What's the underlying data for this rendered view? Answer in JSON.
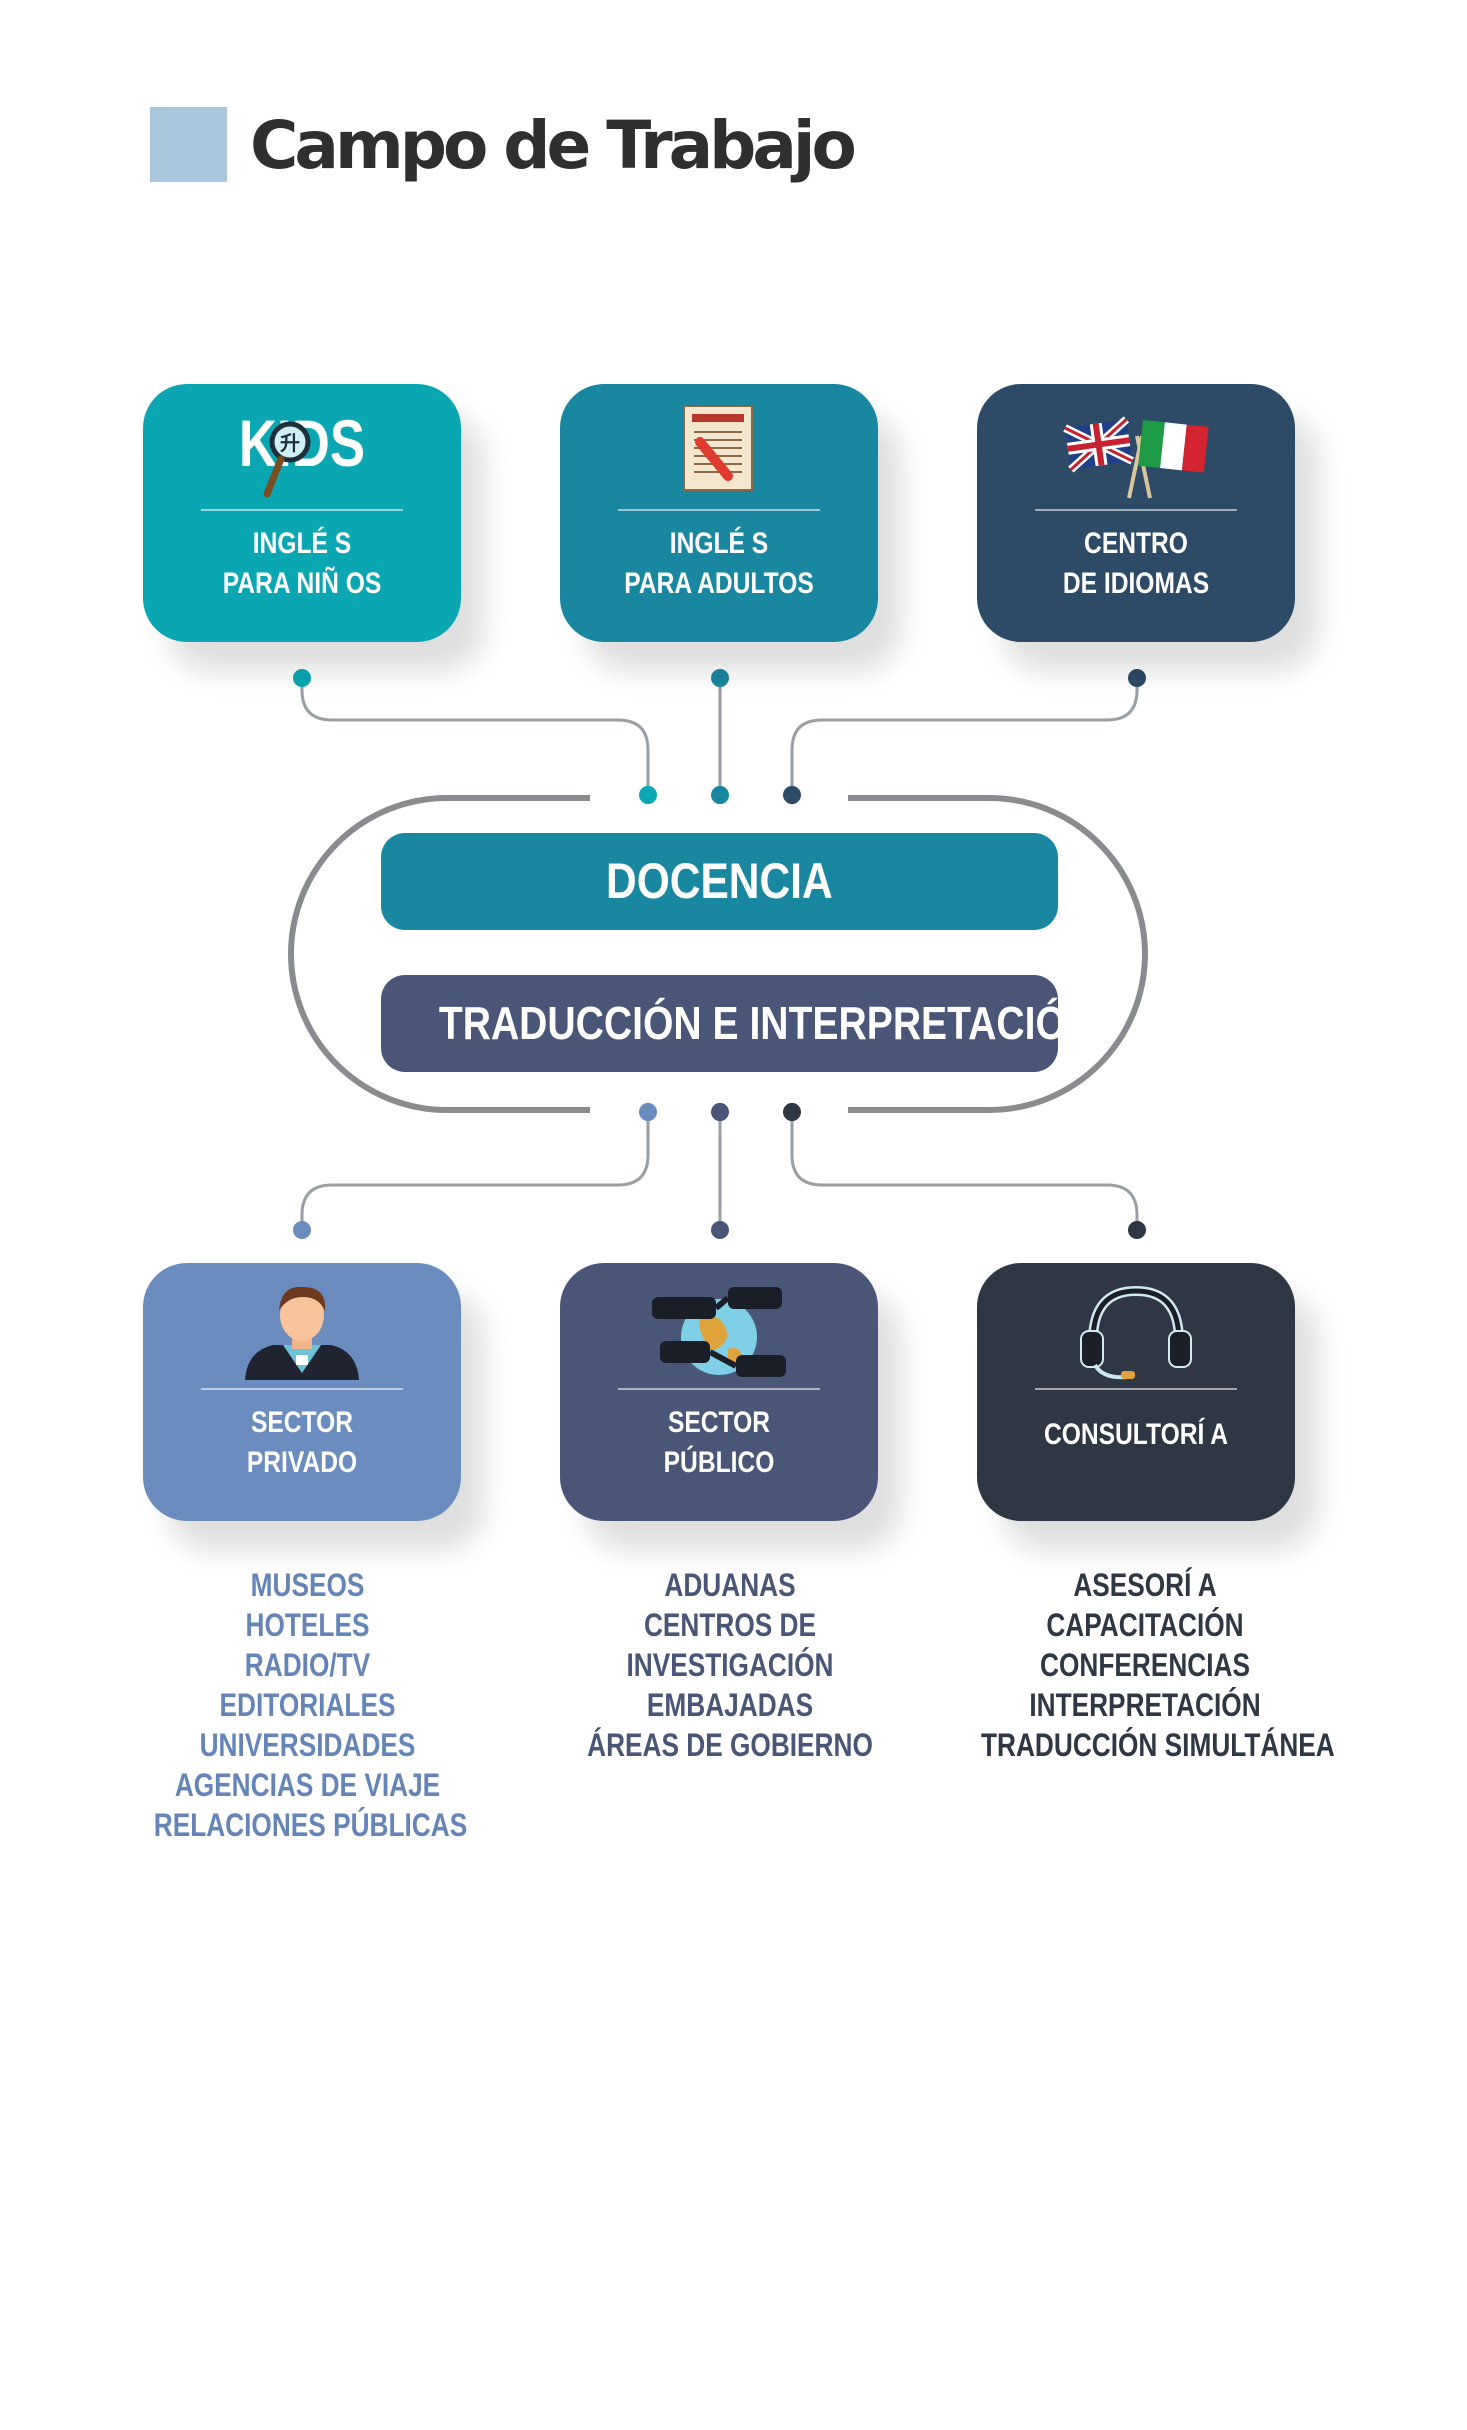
{
  "header": {
    "title": "Campo de Trabajo",
    "accent_color": "#a8c7dd"
  },
  "top_cards": [
    {
      "id": "kids",
      "label": "INGLÉ S\nPARA NIÑ OS",
      "icon_text": "KIDS",
      "icon": "magnifier-icon",
      "color": "#0aa7b3"
    },
    {
      "id": "adultos",
      "label": "INGLÉ S\nPARA ADULTOS",
      "icon": "document-pencil-icon",
      "color": "#19879f"
    },
    {
      "id": "idiomas",
      "label": "CENTRO\nDE IDIOMAS",
      "icon": "flags-icon",
      "color": "#2d4a66"
    }
  ],
  "center": {
    "docencia": "DOCENCIA",
    "traduccion": "TRADUCCIÓN E INTERPRETACIÓN",
    "docencia_color": "#19879f",
    "traduccion_color": "#4a5677"
  },
  "bottom_cards": [
    {
      "id": "privado",
      "label": "SECTOR\nPRIVADO",
      "icon": "person-icon",
      "color": "#6b8cbf"
    },
    {
      "id": "publico",
      "label": "SECTOR\nPÚBLICO",
      "icon": "globe-network-icon",
      "color": "#4a5677"
    },
    {
      "id": "consultoria",
      "label": "CONSULTORÍ A",
      "icon": "headset-icon",
      "color": "#2f3744"
    }
  ],
  "lists": {
    "privado": [
      "MUSEOS",
      "HOTELES",
      "RADIO/TV",
      "EDITORIALES",
      "UNIVERSIDADES",
      "AGENCIAS DE VIAJE",
      "RELACIONES PÚBLICAS"
    ],
    "publico": [
      "ADUANAS",
      "CENTROS DE",
      "INVESTIGACIÓN",
      "EMBAJADAS",
      "ÁREAS DE GOBIERNO"
    ],
    "consultoria": [
      "ASESORÍ A",
      "CAPACITACIÓN",
      "CONFERENCIAS",
      "INTERPRETACIÓN",
      "TRADUCCIÓN SIMULTÁNEA"
    ]
  }
}
